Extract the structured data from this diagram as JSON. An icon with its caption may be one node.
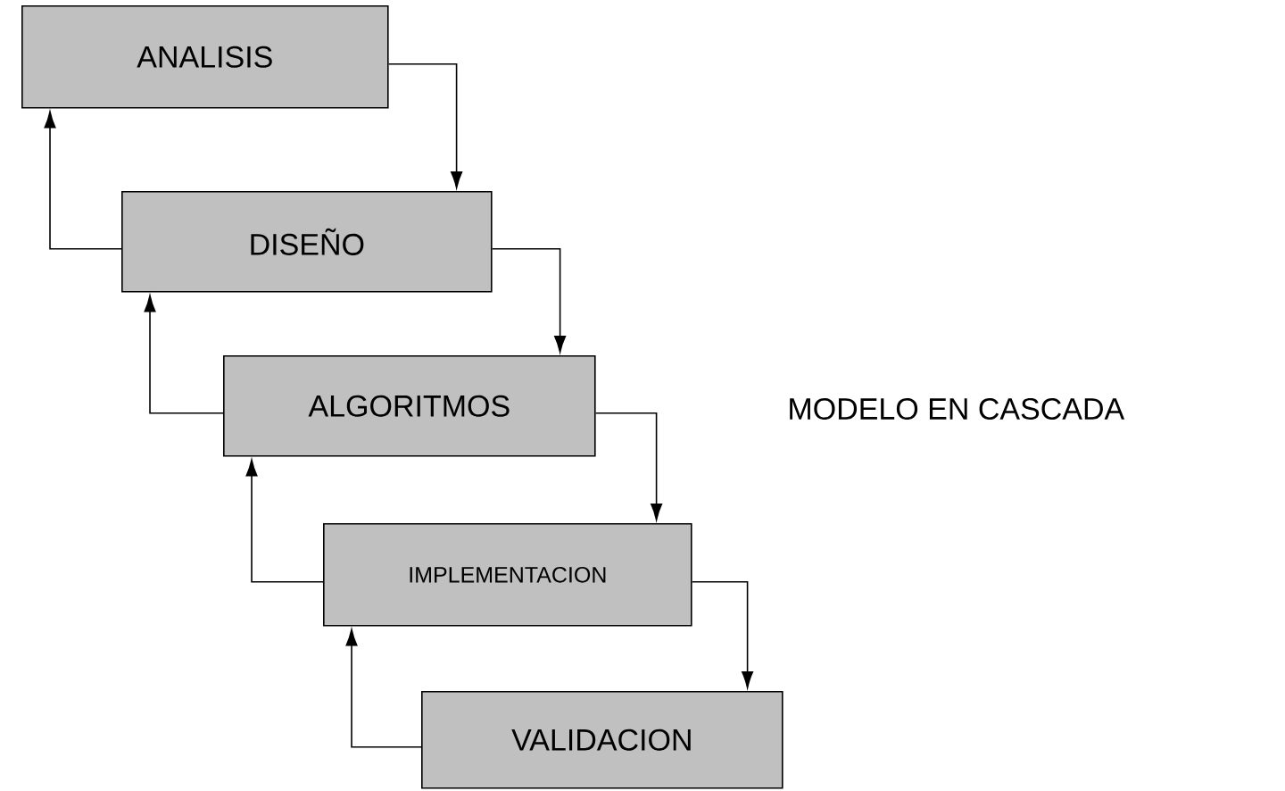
{
  "diagram": {
    "title": "MODELO EN CASCADA",
    "nodes": [
      {
        "text": [
          "ANALISIS"
        ]
      },
      {
        "text": [
          "DISEÑO"
        ]
      },
      {
        "text": [
          "ALGORITMOS"
        ]
      },
      {
        "text": [
          "IMPLEMENTACION"
        ]
      },
      {
        "text": [
          "VALIDACION"
        ]
      }
    ],
    "edges": [
      {
        "from": 0,
        "to": 1,
        "arrow": "to"
      },
      {
        "from": 1,
        "to": 2,
        "arrow": "to"
      },
      {
        "from": 2,
        "to": 3,
        "arrow": "to"
      },
      {
        "from": 3,
        "to": 4,
        "arrow": "to"
      },
      {
        "from": 1,
        "to": 0,
        "arrow": "to"
      },
      {
        "from": 2,
        "to": 1,
        "arrow": "to"
      },
      {
        "from": 3,
        "to": 2,
        "arrow": "to"
      },
      {
        "from": 4,
        "to": 3,
        "arrow": "to"
      }
    ]
  }
}
